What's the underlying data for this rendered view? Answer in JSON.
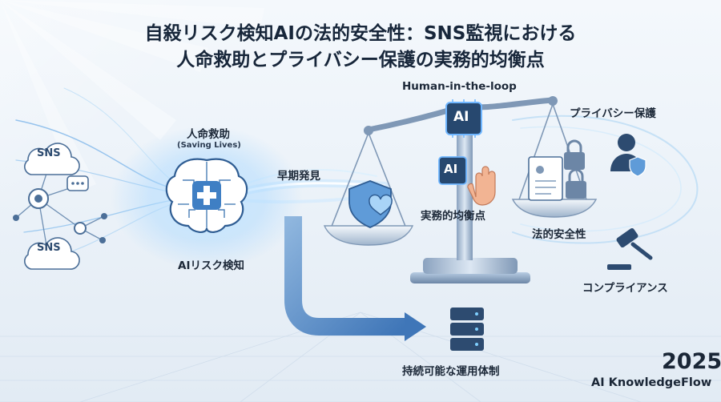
{
  "title_line1": "自殺リスク検知AIの法的安全性：SNS監視における",
  "title_line2": "人命救助とプライバシー保護の実務的均衡点",
  "labels": {
    "human_in_loop": "Human-in-the-loop",
    "saving_lives_jp": "人命救助",
    "saving_lives_en": "(Saving Lives)",
    "early_detection": "早期発見",
    "privacy": "プライバシー保護",
    "balance_point": "実務的均衡点",
    "legal_safety": "法的安全性",
    "compliance": "コンプライアンス",
    "ai_risk": "AIリスク検知",
    "sustainable": "持続可能な運用体制"
  },
  "badges": {
    "sns_top": "SNS",
    "sns_bottom": "SNS",
    "ai_chip_top": "AI",
    "ai_chip_mid": "AI"
  },
  "footer": {
    "year": "2025",
    "brand": "AI KnowledgeFlow"
  },
  "colors": {
    "accent": "#3f7fc4",
    "dark": "#17263a",
    "glow": "#bfe3ff"
  }
}
